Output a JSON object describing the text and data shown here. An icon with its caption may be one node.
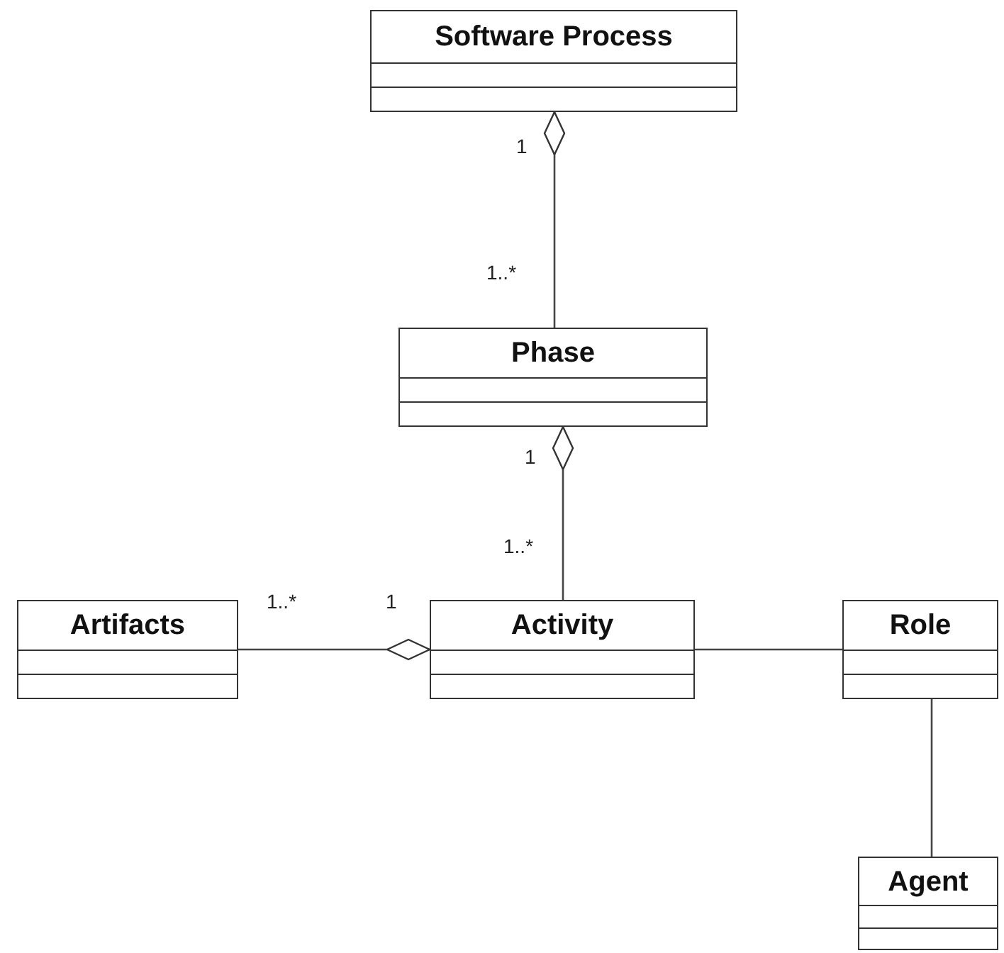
{
  "diagram": {
    "nodes": [
      {
        "text": [
          "Software Process"
        ]
      },
      {
        "text": [
          "Phase"
        ]
      },
      {
        "text": [
          "Artifacts"
        ]
      },
      {
        "text": [
          "Activity"
        ]
      },
      {
        "text": [
          "Role"
        ]
      },
      {
        "text": [
          "Agent"
        ]
      }
    ],
    "edges": [
      {
        "from": 1,
        "to": 0,
        "arrow": "other"
      },
      {
        "from": 3,
        "to": 1,
        "arrow": "other"
      },
      {
        "from": 2,
        "to": 3,
        "arrow": "other"
      },
      {
        "from": 3,
        "to": 4,
        "arrow": "none"
      },
      {
        "from": 4,
        "to": 5,
        "arrow": "none"
      }
    ],
    "labels": [
      "1",
      "1..*",
      "1",
      "1..*",
      "1..*",
      "1"
    ]
  }
}
